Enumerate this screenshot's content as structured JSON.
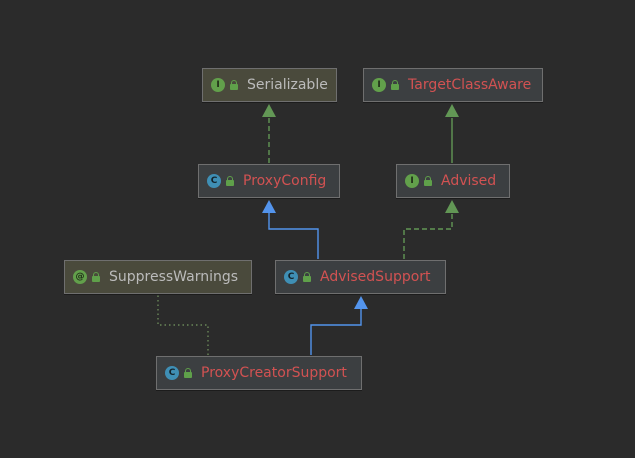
{
  "nodes": {
    "serializable": {
      "label": "Serializable",
      "kind": "I"
    },
    "target_class_aware": {
      "label": "TargetClassAware",
      "kind": "I"
    },
    "proxy_config": {
      "label": "ProxyConfig",
      "kind": "C"
    },
    "advised": {
      "label": "Advised",
      "kind": "I"
    },
    "suppress_warnings": {
      "label": "SuppressWarnings",
      "kind": "@"
    },
    "advised_support": {
      "label": "AdvisedSupport",
      "kind": "C"
    },
    "proxy_creator_support": {
      "label": "ProxyCreatorSupport",
      "kind": "C"
    }
  },
  "relations": [
    {
      "from": "proxy_config",
      "to": "serializable",
      "type": "implements"
    },
    {
      "from": "advised",
      "to": "target_class_aware",
      "type": "extends-interface"
    },
    {
      "from": "advised_support",
      "to": "proxy_config",
      "type": "extends"
    },
    {
      "from": "advised_support",
      "to": "advised",
      "type": "implements"
    },
    {
      "from": "proxy_creator_support",
      "to": "advised_support",
      "type": "extends"
    },
    {
      "from": "proxy_creator_support",
      "to": "suppress_warnings",
      "type": "annotated-with"
    }
  ],
  "colors": {
    "background": "#2b2b2b",
    "extends_edge": "#5394ec",
    "implements_edge": "#629755",
    "annotation_edge": "#6a8759",
    "project_class_text": "#d25252",
    "library_class_text": "#bbbbbb",
    "interface_icon": "#62a04b",
    "class_icon": "#3f8fb5"
  }
}
